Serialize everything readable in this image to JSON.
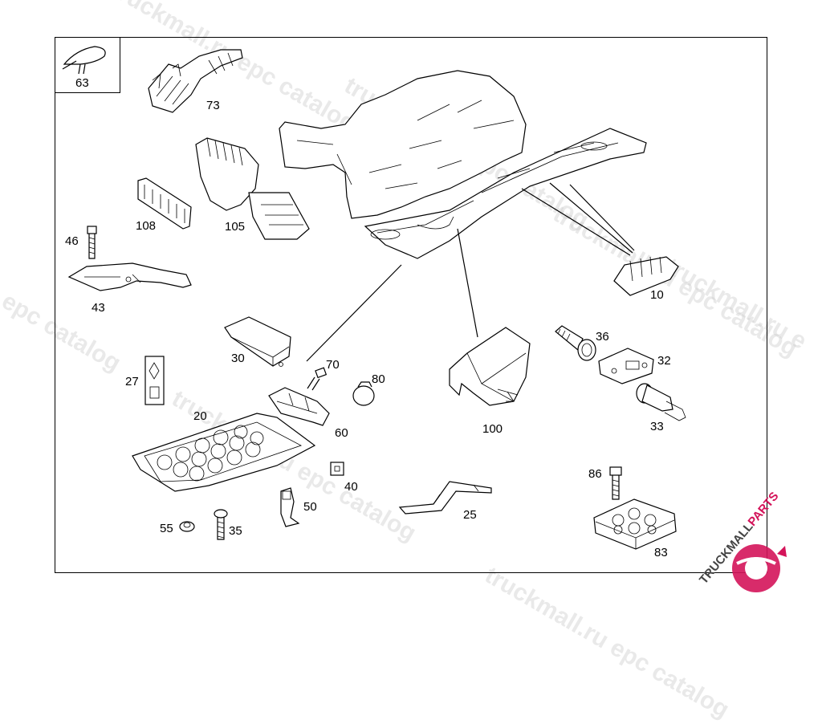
{
  "diagram": {
    "callouts": {
      "p63": "63",
      "p73": "73",
      "p105": "105",
      "p108": "108",
      "p46": "46",
      "p43": "43",
      "p10": "10",
      "p30": "30",
      "p70": "70",
      "p80": "80",
      "p36": "36",
      "p32": "32",
      "p33": "33",
      "p27": "27",
      "p20": "20",
      "p60": "60",
      "p100": "100",
      "p40": "40",
      "p50": "50",
      "p25": "25",
      "p86": "86",
      "p55": "55",
      "p35": "35",
      "p83": "83"
    }
  },
  "watermarks": {
    "w1": "truckmall.ru epc catalog",
    "w2": "truckmall.ru epc catalog",
    "w3": "u epc catalog",
    "w4": "truckmall.ru epc catalog",
    "w5": "truckmall.ru epc catalog",
    "w6": "truckmall.ru epc catalog",
    "w7": "truckmall.ru e"
  },
  "logo": {
    "text_dark": "TRUCKMALL",
    "text_accent": "PARTS",
    "accent_color": "#d4145a"
  }
}
